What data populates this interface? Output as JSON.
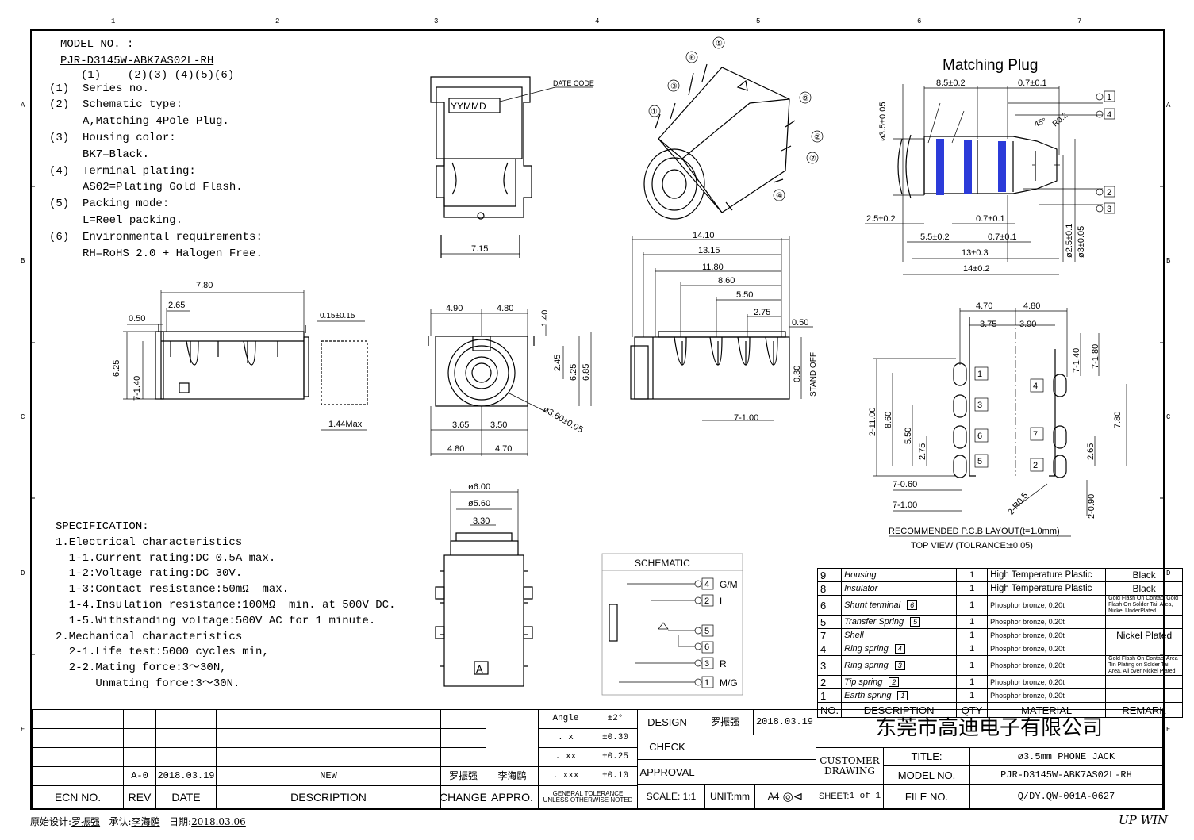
{
  "model": {
    "label": "MODEL NO. :",
    "number": "PJR-D3145W-ABK7AS02L-RH",
    "indices": "(1)    (2)(3) (4)(5)(6)",
    "items": [
      "(1)  Series no.",
      "(2)  Schematic type:",
      "     A,Matching 4Pole Plug.",
      "(3)  Housing color:",
      "     BK7=Black.",
      "(4)  Terminal plating:",
      "     AS02=Plating Gold Flash.",
      "(5)  Packing mode:",
      "     L=Reel packing.",
      "(6)  Environmental requirements:",
      "     RH=RoHS 2.0 + Halogen Free."
    ]
  },
  "specification": {
    "title": "SPECIFICATION:",
    "lines": [
      "1.Electrical characteristics",
      "  1-1.Current rating:DC 0.5A max.",
      "  1-2:Voltage rating:DC 30V.",
      "  1-3:Contact resistance:50mΩ  max.",
      "  1-4.Insulation resistance:100MΩ  min. at 500V DC.",
      "  1-5.Withstanding voltage:500V AC for 1 minute.",
      "2.Mechanical characteristics",
      "  2-1.Life test:5000 cycles min,",
      "  2-2.Mating force:3～30N,",
      "      Unmating force:3～30N."
    ]
  },
  "dimensions": {
    "side_left": [
      "7.80",
      "2.65",
      "0.50",
      "0.15±0.15",
      "6.25",
      "7-1.40",
      "1.44Max"
    ],
    "top_view": [
      "DATE CODE",
      "YYMMD",
      "7.15"
    ],
    "front": [
      "4.90",
      "4.80",
      "1.40",
      "2.45",
      "6.25",
      "6.85",
      "3.65",
      "3.50",
      "4.80",
      "4.70",
      "ø3.60±0.05"
    ],
    "side_right": [
      "14.10",
      "13.15",
      "11.80",
      "8.60",
      "5.50",
      "2.75",
      "0.50",
      "0.30",
      "STAND OFF",
      "7-1.00"
    ],
    "bottom": [
      "ø6.00",
      "ø5.60",
      "3.30",
      "A"
    ],
    "plug": [
      "Matching Plug",
      "8.5±0.2",
      "0.7±0.1",
      "ø3.5±0.05",
      "45°",
      "R0.2",
      "2.5±0.2",
      "0.7±0.1",
      "5.5±0.2",
      "0.7±0.1",
      "13±0.3",
      "14±0.2",
      "ø2.5±0.1",
      "ø3±0.05"
    ],
    "plug_pins": [
      "1",
      "4",
      "2",
      "3"
    ],
    "pcb": [
      "4.70",
      "4.80",
      "3.75",
      "3.90",
      "7-1.40",
      "7-1.80",
      "2-11.00",
      "8.60",
      "5.50",
      "2.75",
      "7.80",
      "2.65",
      "7-0.60",
      "7-1.00",
      "2-R0.5",
      "2-0.90"
    ],
    "pcb_pins": [
      "1",
      "3",
      "6",
      "5",
      "4",
      "7",
      "2"
    ],
    "pcb_title": "RECOMMENDED P.C.B LAYOUT(t=1.0mm)",
    "pcb_sub": "TOP VIEW (TOLRANCE:±0.05)",
    "pin_labels": [
      "①",
      "②",
      "③",
      "④",
      "⑤",
      "⑥",
      "⑦",
      "⑨"
    ]
  },
  "schematic": {
    "title": "SCHEMATIC",
    "pins": [
      {
        "n": "4",
        "label": "G/M"
      },
      {
        "n": "2",
        "label": "L"
      },
      {
        "n": "5",
        "label": ""
      },
      {
        "n": "6",
        "label": ""
      },
      {
        "n": "3",
        "label": "R"
      },
      {
        "n": "1",
        "label": "M/G"
      }
    ]
  },
  "bom": {
    "headers": [
      "NO.",
      "DESCRIPTION",
      "QTY",
      "MATERIAL",
      "REMARK"
    ],
    "rows": [
      {
        "no": "9",
        "desc": "Housing",
        "ref": "",
        "qty": "1",
        "mat": "High Temperature Plastic",
        "rem": "Black"
      },
      {
        "no": "8",
        "desc": "Insulator",
        "ref": "",
        "qty": "1",
        "mat": "High Temperature Plastic",
        "rem": "Black"
      },
      {
        "no": "6",
        "desc": "Shunt terminal",
        "ref": "6",
        "qty": "1",
        "mat": "Phosphor bronze, 0.20t",
        "rem": "Gold Flash On Contact Gold Flash On Solder Tail Area, Nickel UnderPlated"
      },
      {
        "no": "5",
        "desc": "Transfer Spring",
        "ref": "5",
        "qty": "1",
        "mat": "Phosphor bronze, 0.20t",
        "rem": ""
      },
      {
        "no": "7",
        "desc": "Shell",
        "ref": "",
        "qty": "1",
        "mat": "Phosphor bronze, 0.20t",
        "rem": "Nickel Plated"
      },
      {
        "no": "4",
        "desc": "Ring spring",
        "ref": "4",
        "qty": "1",
        "mat": "Phosphor bronze, 0.20t",
        "rem": ""
      },
      {
        "no": "3",
        "desc": "Ring spring",
        "ref": "3",
        "qty": "1",
        "mat": "Phosphor bronze, 0.20t",
        "rem": "Gold Flash On Contact Area Tin Plating on Solder Tail Area, All over Nickel Plated"
      },
      {
        "no": "2",
        "desc": "Tip spring",
        "ref": "2",
        "qty": "1",
        "mat": "Phosphor bronze, 0.20t",
        "rem": ""
      },
      {
        "no": "1",
        "desc": "Earth spring",
        "ref": "1",
        "qty": "1",
        "mat": "Phosphor bronze, 0.20t",
        "rem": ""
      }
    ]
  },
  "revision": {
    "headers": [
      "ECN NO.",
      "REV",
      "DATE",
      "DESCRIPTION",
      "CHANGE",
      "APPRO."
    ],
    "row": {
      "rev": "A-0",
      "date": "2018.03.19",
      "desc": "NEW",
      "change": "罗振强",
      "appro": "李海鸥"
    }
  },
  "tolerance": {
    "rows": [
      [
        "Angle",
        "±2°"
      ],
      [
        ". x",
        "±0.30"
      ],
      [
        ". xx",
        "±0.25"
      ],
      [
        ". xxx",
        "±0.10"
      ]
    ],
    "general": "GENERAL TOLERANCE\nUNLESS OTHERWISE NOTED"
  },
  "approval": {
    "design_label": "DESIGN",
    "designer": "罗振强",
    "design_date": "2018.03.19",
    "check_label": "CHECK",
    "approval_label": "APPROVAL",
    "scale_label": "SCALE:",
    "scale": "1:1",
    "unit": "UNIT:mm",
    "paper": "A4"
  },
  "company": {
    "name": "东莞市高迪电子有限公司",
    "customer_drawing": "CUSTOMER\nDRAWING",
    "title_label": "TITLE:",
    "title": "ø3.5mm PHONE JACK",
    "model_label": "MODEL NO.",
    "model": "PJR-D3145W-ABK7AS02L-RH",
    "sheet_label": "SHEET:",
    "sheet": "1 of 1",
    "file_label": "FILE NO.",
    "file": "Q/DY.QW-001A-0627"
  },
  "footer": {
    "designer_label": "原始设计:",
    "designer": "罗振强",
    "approver_label": "承认:",
    "approver": "李海鸥",
    "date_label": "日期:",
    "date": "2018.03.06",
    "brand": "UP WIN"
  },
  "grid": {
    "cols": [
      "1",
      "2",
      "3",
      "4",
      "5",
      "6",
      "7"
    ],
    "rows": [
      "A",
      "B",
      "C",
      "D",
      "E"
    ]
  },
  "colors": {
    "accent_ring": "#2b3bd9"
  }
}
